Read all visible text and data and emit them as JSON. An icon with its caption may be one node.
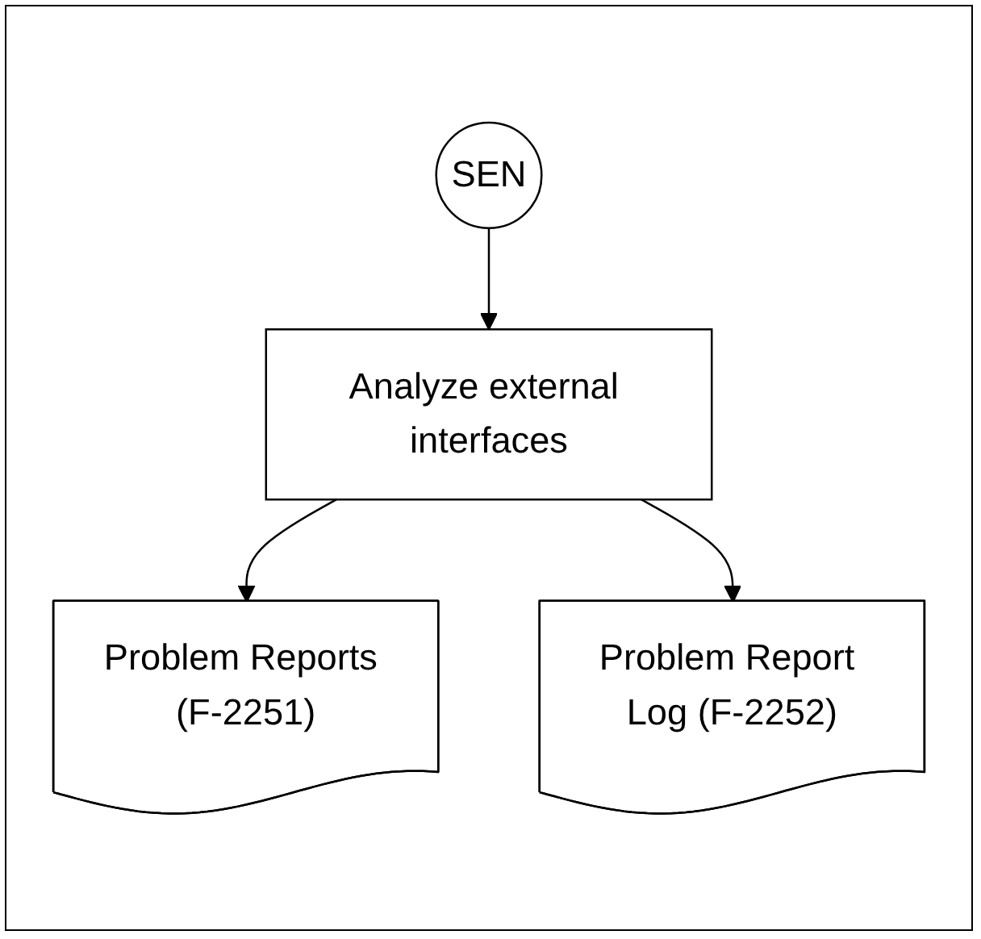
{
  "diagram": {
    "nodes": [
      {
        "text": [
          "SEN"
        ]
      },
      {
        "text": [
          "Analyze external interfaces"
        ]
      },
      {
        "text": [
          "Problem Reports (F-2251)"
        ]
      },
      {
        "text": [
          "Problem Report Log (F-2252)"
        ]
      }
    ],
    "edges": [
      {
        "from": 0,
        "to": 1,
        "arrow": "to"
      },
      {
        "from": 1,
        "to": 2,
        "arrow": "to"
      },
      {
        "from": 1,
        "to": 3,
        "arrow": "to"
      }
    ]
  }
}
